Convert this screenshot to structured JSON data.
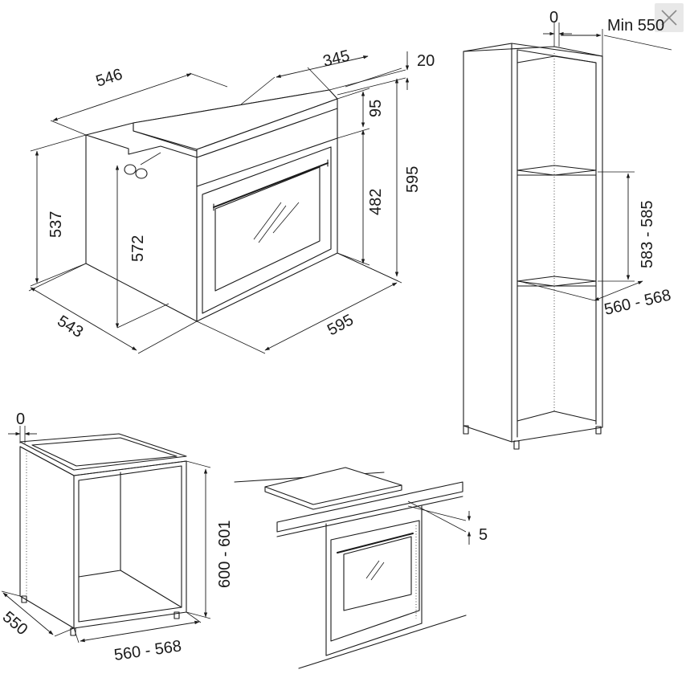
{
  "oven": {
    "width_top": "546",
    "control_depth": "345",
    "gap_top": "20",
    "panel_height": "95",
    "door_height": "482",
    "total_height": "595",
    "body_height": "537",
    "inner_height": "572",
    "depth": "543",
    "front_width": "595"
  },
  "tall_unit": {
    "gap": "0",
    "min_depth": "Min 550",
    "niche_height": "583 - 585",
    "niche_width": "560 - 568"
  },
  "base_unit": {
    "gap": "0",
    "height": "600 - 601",
    "depth": "550",
    "width": "560 - 568"
  },
  "under_hob": {
    "gap": "5"
  },
  "ui": {
    "close_icon": "close-icon"
  }
}
